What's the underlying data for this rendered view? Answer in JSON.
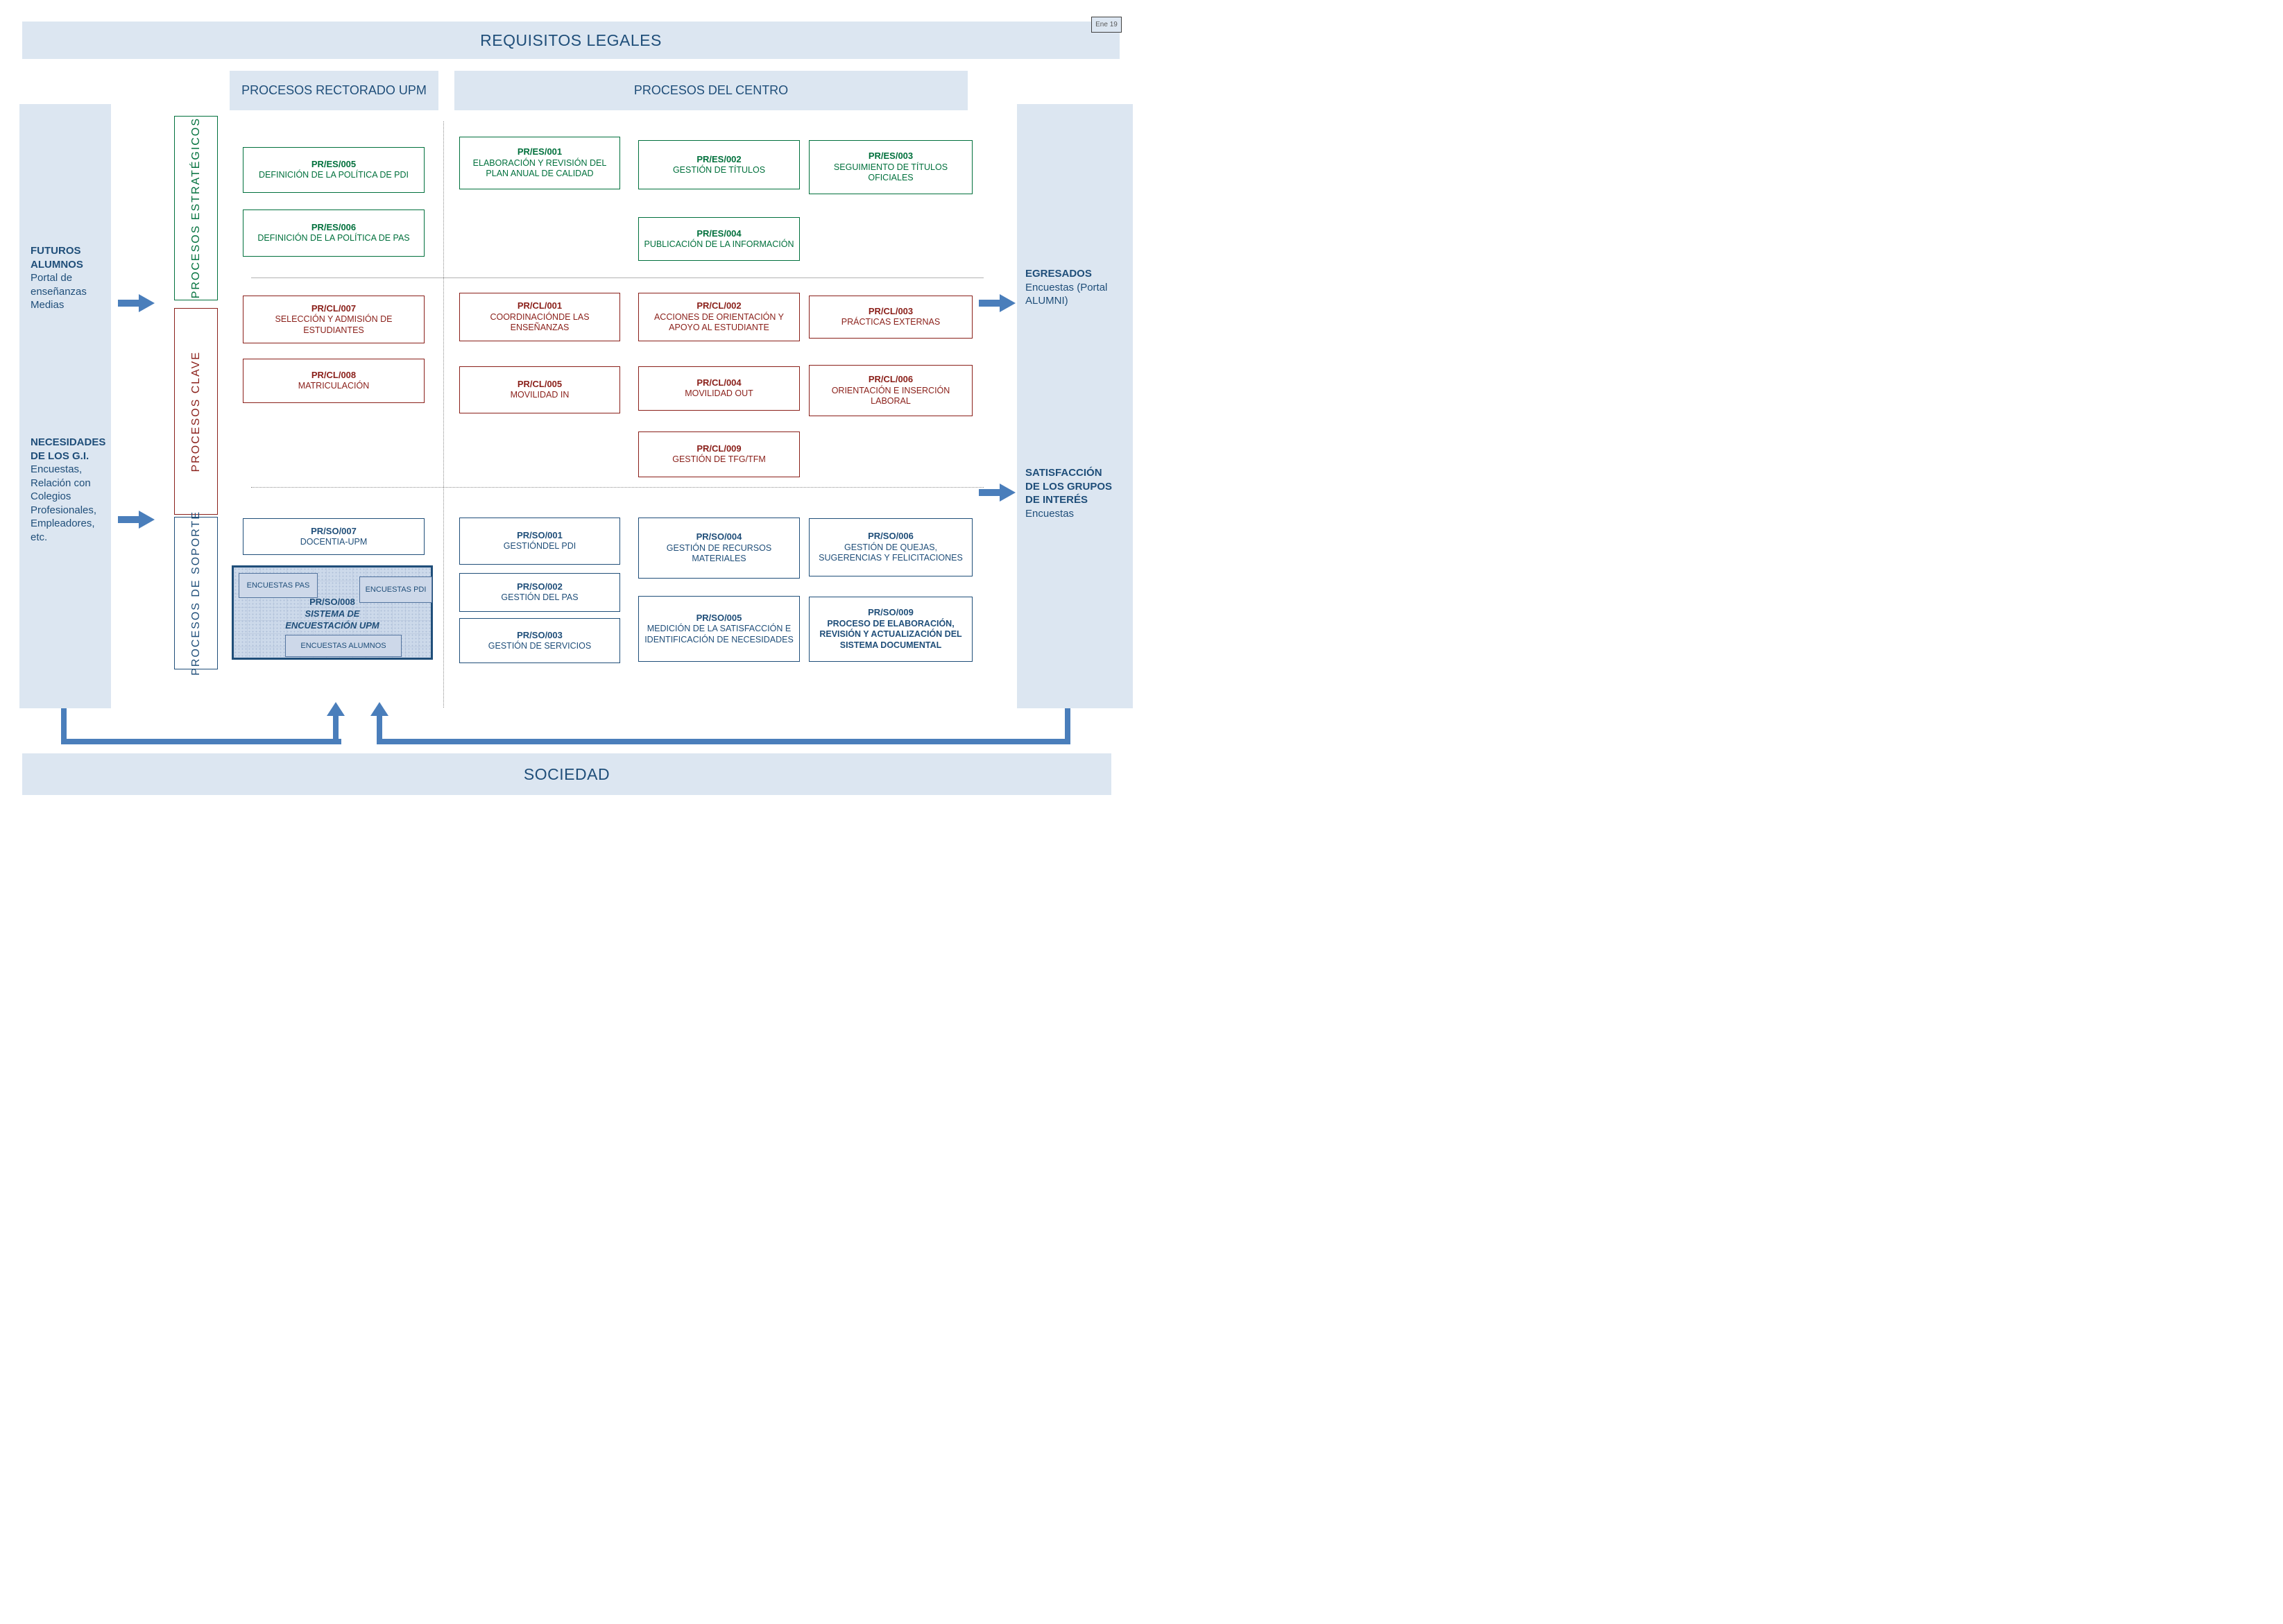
{
  "meta": {
    "date_tag": "Ene 19"
  },
  "banners": {
    "top": "REQUISITOS LEGALES",
    "bottom": "SOCIEDAD"
  },
  "headers": {
    "rectorado": "PROCESOS RECTORADO UPM",
    "centro": "PROCESOS DEL CENTRO"
  },
  "lanes": {
    "estrategicos": "PROCESOS ESTRATÉGICOS",
    "clave": "PROCESOS CLAVE",
    "soporte": "PROCESOS DE SOPORTE"
  },
  "left_panel": {
    "futuros_title": "FUTUROS ALUMNOS",
    "futuros_body": "Portal de enseñanzas Medias",
    "necesidades_title": "NECESIDADES DE LOS G.I.",
    "necesidades_body": "Encuestas, Relación con Colegios Profesionales, Empleadores, etc."
  },
  "right_panel": {
    "egresados_title": "EGRESADOS",
    "egresados_body": "Encuestas (Portal ALUMNI)",
    "satisfaccion_title": "SATISFACCIÓN DE LOS GRUPOS DE INTERÉS",
    "satisfaccion_body": "Encuestas"
  },
  "procs": {
    "es005": {
      "code": "PR/ES/005",
      "name": "DEFINICIÓN DE LA POLÍTICA DE PDI"
    },
    "es006": {
      "code": "PR/ES/006",
      "name": "DEFINICIÓN DE LA POLÍTICA DE PAS"
    },
    "es001": {
      "code": "PR/ES/001",
      "name": "ELABORACIÓN Y REVISIÓN DEL PLAN ANUAL DE CALIDAD"
    },
    "es002": {
      "code": "PR/ES/002",
      "name": "GESTIÓN DE TÍTULOS"
    },
    "es003": {
      "code": "PR/ES/003",
      "name": "SEGUIMIENTO DE TÍTULOS OFICIALES"
    },
    "es004": {
      "code": "PR/ES/004",
      "name": "PUBLICACIÓN DE LA INFORMACIÓN"
    },
    "cl007": {
      "code": "PR/CL/007",
      "name": "SELECCIÓN Y ADMISIÓN DE ESTUDIANTES"
    },
    "cl008": {
      "code": "PR/CL/008",
      "name": "MATRICULACIÓN"
    },
    "cl001": {
      "code": "PR/CL/001",
      "name": "COORDINACIÓNDE LAS ENSEÑANZAS"
    },
    "cl002": {
      "code": "PR/CL/002",
      "name": "ACCIONES DE ORIENTACIÓN Y APOYO AL ESTUDIANTE"
    },
    "cl003": {
      "code": "PR/CL/003",
      "name": "PRÁCTICAS EXTERNAS"
    },
    "cl005": {
      "code": "PR/CL/005",
      "name": "MOVILIDAD IN"
    },
    "cl004": {
      "code": "PR/CL/004",
      "name": "MOVILIDAD OUT"
    },
    "cl006": {
      "code": "PR/CL/006",
      "name": "ORIENTACIÓN E INSERCIÓN LABORAL"
    },
    "cl009": {
      "code": "PR/CL/009",
      "name": "GESTIÓN DE TFG/TFM"
    },
    "so007": {
      "code": "PR/SO/007",
      "name": "DOCENTIA-UPM"
    },
    "so001": {
      "code": "PR/SO/001",
      "name": "GESTIÓNDEL PDI"
    },
    "so002": {
      "code": "PR/SO/002",
      "name": "GESTIÓN DEL PAS"
    },
    "so003": {
      "code": "PR/SO/003",
      "name": "GESTIÓN DE SERVICIOS"
    },
    "so004": {
      "code": "PR/SO/004",
      "name": "GESTIÓN DE RECURSOS MATERIALES"
    },
    "so005": {
      "code": "PR/SO/005",
      "name": "MEDICIÓN DE LA SATISFACCIÓN E IDENTIFICACIÓN DE NECESIDADES"
    },
    "so006": {
      "code": "PR/SO/006",
      "name": "GESTIÓN DE QUEJAS, SUGERENCIAS Y FELICITACIONES"
    },
    "so009": {
      "code": "PR/SO/009",
      "name": "PROCESO DE ELABORACIÓN, REVISIÓN Y ACTUALIZACIÓN DEL SISTEMA DOCUMENTAL"
    },
    "so008": {
      "code": "PR/SO/008",
      "name_line1": "SISTEMA DE",
      "name_line2": "ENCUESTACIÓN UPM"
    }
  },
  "encuestas": {
    "pas": "ENCUESTAS PAS",
    "pdi": "ENCUESTAS PDI",
    "alumnos": "ENCUESTAS ALUMNOS"
  },
  "colors": {
    "band": "#DCE6F1",
    "dark_blue": "#1F4E79",
    "green": "#00703C",
    "dark_red": "#8A1F19",
    "arrow_blue": "#4A7EBB"
  }
}
